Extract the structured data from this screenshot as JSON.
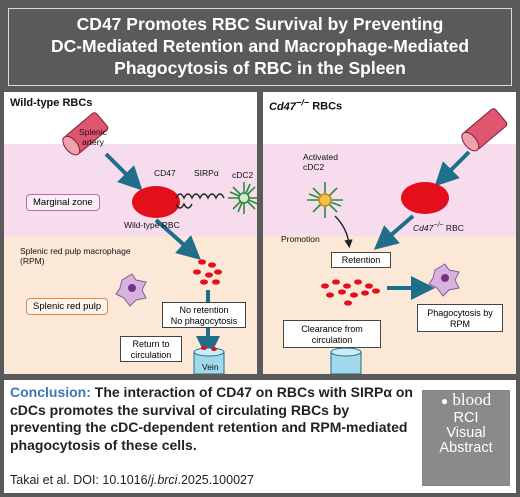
{
  "title": {
    "line1": "CD47 Promotes RBC Survival by Preventing",
    "line2": "DC-Mediated Retention and Macrophage-Mediated",
    "line3": "Phagocytosis of RBC in the Spleen"
  },
  "left_panel": {
    "heading": "Wild-type RBCs",
    "splenic_artery": "Splenic artery",
    "cd47": "CD47",
    "sirpa": "SIRPα",
    "cdc2": "cDC2",
    "marginal_zone": "Marginal zone",
    "wild_type_rbc": "Wild-type RBC",
    "rpm_line1": "Splenic red pulp macrophage",
    "rpm_line2": "(RPM)",
    "red_pulp": "Splenic red pulp",
    "no_retention": "No retention",
    "no_phagocytosis": "No phagocytosis",
    "return_line1": "Return to",
    "return_line2": "circulation",
    "vein": "Vein"
  },
  "right_panel": {
    "heading_prefix": "Cd47",
    "heading_sup": "−/−",
    "heading_suffix": " RBCs",
    "activated_line1": "Activated",
    "activated_line2": "cDC2",
    "rbc_prefix": "Cd47",
    "rbc_sup": "−/−",
    "rbc_suffix": " RBC",
    "promotion": "Promotion",
    "retention": "Retention",
    "clearance_line1": "Clearance from",
    "clearance_line2": "circulation",
    "phago_line1": "Phagocytosis by",
    "phago_line2": "RPM"
  },
  "conclusion": {
    "label": "Conclusion:",
    "text": " The interaction of CD47 on RBCs with SIRPα on cDCs promotes the survival of circulating RBCs by preventing the cDC-dependent retention and RPM-mediated phagocytosis of these cells.",
    "citation_prefix": "Takai et al. DOI: 10.1016/",
    "citation_italic": "j.brci",
    "citation_suffix": ".2025.100027"
  },
  "badge": {
    "logo": "blood",
    "line1": "RCI",
    "line2": "Visual",
    "line3": "Abstract"
  },
  "colors": {
    "frame": "#5a5a5a",
    "marginal_zone": "#f6dcec",
    "red_pulp": "#fbe8d6",
    "rbc": "#e30f1b",
    "arrow": "#1f6f8b",
    "conclusion_accent": "#3b78b4",
    "dc": "#2e8b3c"
  }
}
